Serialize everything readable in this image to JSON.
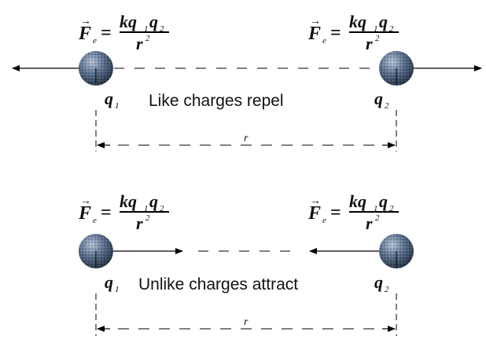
{
  "panels": [
    {
      "caption": "Like charges repel",
      "charge_left": "q",
      "charge_left_sub": "1",
      "charge_right": "q",
      "charge_right_sub": "2",
      "distance": "r",
      "force_direction": "outward"
    },
    {
      "caption": "Unlike charges attract",
      "charge_left": "q",
      "charge_left_sub": "1",
      "charge_right": "q",
      "charge_right_sub": "2",
      "distance": "r",
      "force_direction": "inward"
    }
  ],
  "formula": {
    "lhs": "F",
    "lhs_sub": "e",
    "equals": "=",
    "numerator_k": "k",
    "numerator_q1": "q",
    "numerator_q1_sub": "1",
    "numerator_q2": "q",
    "numerator_q2_sub": "2",
    "denominator": "r",
    "denominator_exp": "2"
  },
  "colors": {
    "sphere_base": "#4d6380",
    "sphere_dark": "#1f2d40",
    "sphere_light": "#a9bbd1",
    "line": "#000000"
  }
}
